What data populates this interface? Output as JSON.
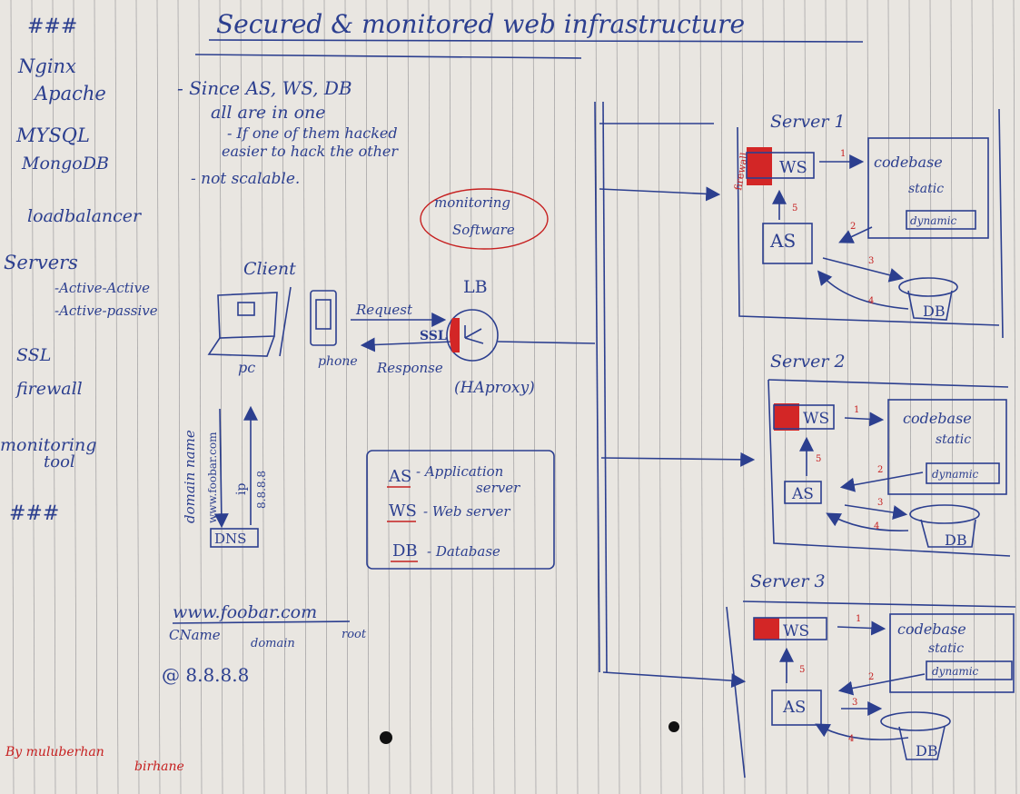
{
  "title": "Secured & monitored web infrastructure",
  "sidebar": {
    "marker_top": "###",
    "items": [
      "Nginx",
      "Apache",
      "MYSQL",
      "MongoDB",
      "loadbalancer",
      "Servers",
      "-Active-Active",
      "-Active-passive",
      "SSL",
      "firewall",
      "monitoring",
      "tool"
    ],
    "marker_bottom": "###"
  },
  "notes": {
    "line1": "- Since AS, WS, DB",
    "line2": "all are in one",
    "line3": "- If one of them hacked",
    "line4": "easier to hack the other",
    "line5": "- not scalable."
  },
  "monitoring": {
    "line1": "monitoring",
    "line2": "Software"
  },
  "client": {
    "label": "Client",
    "pc_label": "pc",
    "phone_label": "phone",
    "request_label": "Request",
    "response_label": "Response",
    "ssl_label": "SSL"
  },
  "lb": {
    "label": "LB",
    "sublabel": "(HAproxy)"
  },
  "dns": {
    "box_label": "DNS",
    "left_label": "domain name",
    "left_sub": "www.foobar.com",
    "right_label": "ip",
    "right_sub": "8.8.8.8"
  },
  "legend": {
    "as_key": "AS",
    "as_val": "- Application",
    "as_val2": "server",
    "ws_key": "WS",
    "ws_val": "- Web server",
    "db_key": "DB",
    "db_val": "- Database"
  },
  "domain": {
    "url": "www.foobar.com",
    "sub1": "CName",
    "sub2": "domain",
    "sub3": "root",
    "ip": "@ 8.8.8.8"
  },
  "signature": {
    "line1": "By muluberhan",
    "line2": "birhane"
  },
  "servers": [
    {
      "title": "Server 1",
      "ws": "WS",
      "as": "AS",
      "codebase": "codebase",
      "static": "static",
      "dynamic": "dynamic",
      "db": "DB",
      "firewall": "firewall",
      "n1": "1",
      "n2": "2",
      "n3": "3",
      "n4": "4",
      "n5": "5"
    },
    {
      "title": "Server 2",
      "ws": "WS",
      "as": "AS",
      "codebase": "codebase",
      "static": "static",
      "dynamic": "dynamic",
      "db": "DB",
      "n1": "1",
      "n2": "2",
      "n3": "3",
      "n4": "4",
      "n5": "5"
    },
    {
      "title": "Server 3",
      "ws": "WS",
      "as": "AS",
      "codebase": "codebase",
      "static": "static",
      "dynamic": "dynamic",
      "db": "DB",
      "n1": "1",
      "n2": "2",
      "n3": "3",
      "n4": "4",
      "n5": "5"
    }
  ],
  "colors": {
    "ink": "#2c3f8f",
    "red": "#c62020",
    "paper": "#e9e6e1"
  }
}
